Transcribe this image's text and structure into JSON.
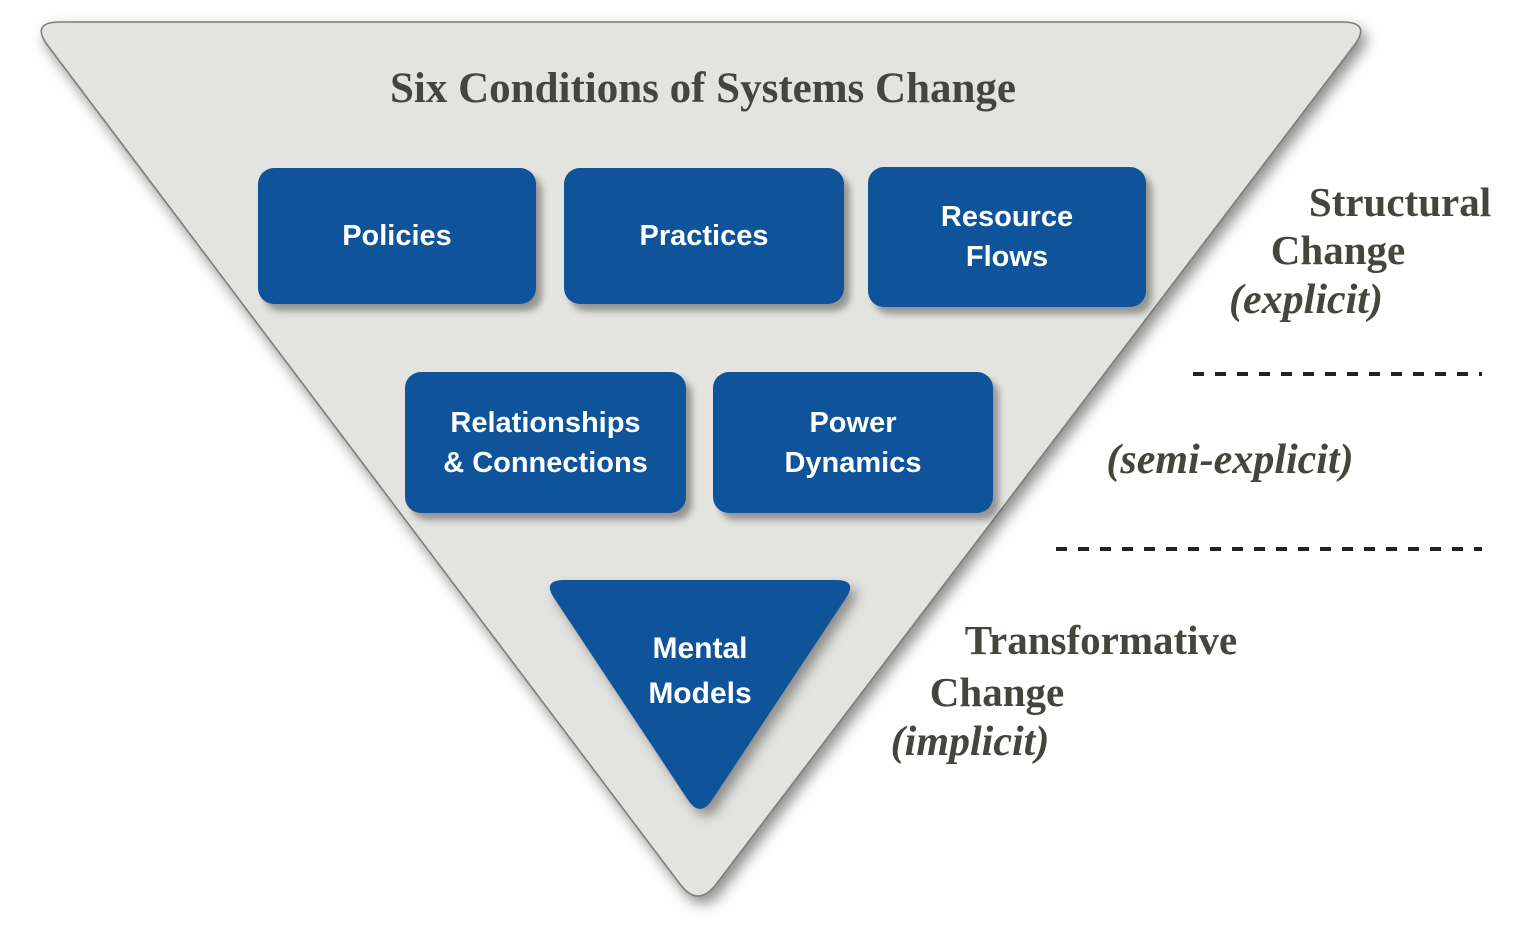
{
  "title": "Six Conditions of Systems Change",
  "pyramid": {
    "boxes": {
      "policies": "Policies",
      "practices": "Practices",
      "resource_flows": "Resource\nFlows",
      "relationships": "Relationships\n& Connections",
      "power_dynamics": "Power\nDynamics",
      "mental_models": "Mental\nModels"
    }
  },
  "right_annotations": {
    "structural": {
      "title_line1": "Structural",
      "title_line2": "Change",
      "subtitle": "(explicit)"
    },
    "semi_explicit": "(semi-explicit)",
    "transformative": {
      "title_line1": "Transformative",
      "title_line2": "Change",
      "subtitle": "(implicit)"
    }
  },
  "colors": {
    "box_blue": "#0f549b",
    "pyramid_fill": "#e3e4df",
    "pyramid_border": "#7f7f78",
    "text_dark": "#45453e",
    "dash_color": "#222222"
  }
}
